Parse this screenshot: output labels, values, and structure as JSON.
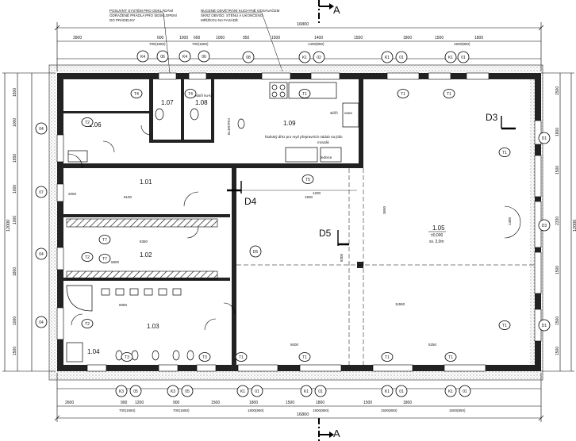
{
  "section_marks": {
    "top": "A",
    "bottom": "A"
  },
  "notes": {
    "top_left": [
      "POSUVNÝ SYSTÉM PRO ODKLÁDÁNÍ",
      "ODRAŽENÉ PRÁDLA PRO SESKLOPENÍ",
      "DO PRÁDELNY"
    ],
    "top_right": [
      "NUCENÉ ODVĚTRÁNÍ KUCHYNĚ ODSÁVAČEM",
      "SKRZ OBVOD. STĚNU A UKONČENO",
      "MŘÍŽKOU NA FASÁDĚ"
    ]
  },
  "overall_dims": {
    "top": "16800",
    "bottom": "16800",
    "left": "12000",
    "right": "12000"
  },
  "top_dims": [
    "3900",
    "600",
    "1000",
    "600",
    "1000",
    "950",
    "1500",
    "1400",
    "1500",
    "1800",
    "1500",
    "1800"
  ],
  "top_windows": [
    "700(1650)",
    "700(1650)",
    "1400(850)",
    "1500(850)"
  ],
  "bottom_dims": [
    "2600",
    "900",
    "1200",
    "900",
    "1500",
    "1800",
    "1500",
    "1800",
    "1500",
    "1800"
  ],
  "bottom_windows": [
    "700(1650)",
    "700(1650)",
    "1500(850)",
    "1500(850)",
    "1500(850)",
    "1500(850)"
  ],
  "left_dims": [
    "1500",
    "1000",
    "1650",
    "1000",
    "1000",
    "1800",
    "1000",
    "1500"
  ],
  "right_dims": [
    "1500",
    "1800",
    "1500",
    "2330",
    "1500",
    "1500",
    "1500"
  ],
  "rooms": [
    {
      "id": "1.06",
      "label": "1.06"
    },
    {
      "id": "1.07",
      "label": "1.07"
    },
    {
      "id": "1.08",
      "label": "1.08",
      "sub": "předsíň ku-ka"
    },
    {
      "id": "1.09",
      "label": "1.09"
    },
    {
      "id": "1.01",
      "label": "1.01"
    },
    {
      "id": "1.02",
      "label": "1.02"
    },
    {
      "id": "1.03",
      "label": "1.03"
    },
    {
      "id": "1.04",
      "label": "1.04"
    },
    {
      "id": "1.05",
      "label": "1.05",
      "level": "±0,000",
      "height": "sv. 3,0m"
    }
  ],
  "kitchen_labels": {
    "sink": "hluboký dřez pro mytí přepravních nádob na jídlo",
    "freezer": "mrazák",
    "fridge": "lednice",
    "cabinet": "skříň",
    "tub": "vana",
    "range": "ELEKTRO"
  },
  "markers": {
    "circles": [
      "K4",
      "06",
      "K4",
      "06",
      "08",
      "K1",
      "02",
      "K1",
      "01",
      "K1",
      "01",
      "04",
      "07",
      "04",
      "04",
      "K3",
      "05",
      "K3",
      "05",
      "K1",
      "01",
      "K1",
      "01",
      "K1",
      "01",
      "K1",
      "01",
      "D1",
      "D3",
      "D1",
      "D5"
    ],
    "boxes": [
      "T4",
      "T4",
      "T1",
      "T1",
      "T1",
      "T2",
      "T2",
      "T2",
      "T3",
      "T3",
      "T5",
      "T7",
      "T7",
      "T1",
      "T1",
      "T1",
      "T1",
      "T1",
      "T1"
    ],
    "door_tags": [
      "D3",
      "D4",
      "D5"
    ]
  },
  "interior_dims": [
    "5100",
    "8350",
    "5800",
    "6050",
    "5000",
    "5250",
    "11550",
    "8300",
    "3650",
    "1500",
    "1200",
    "1400",
    "2000"
  ]
}
